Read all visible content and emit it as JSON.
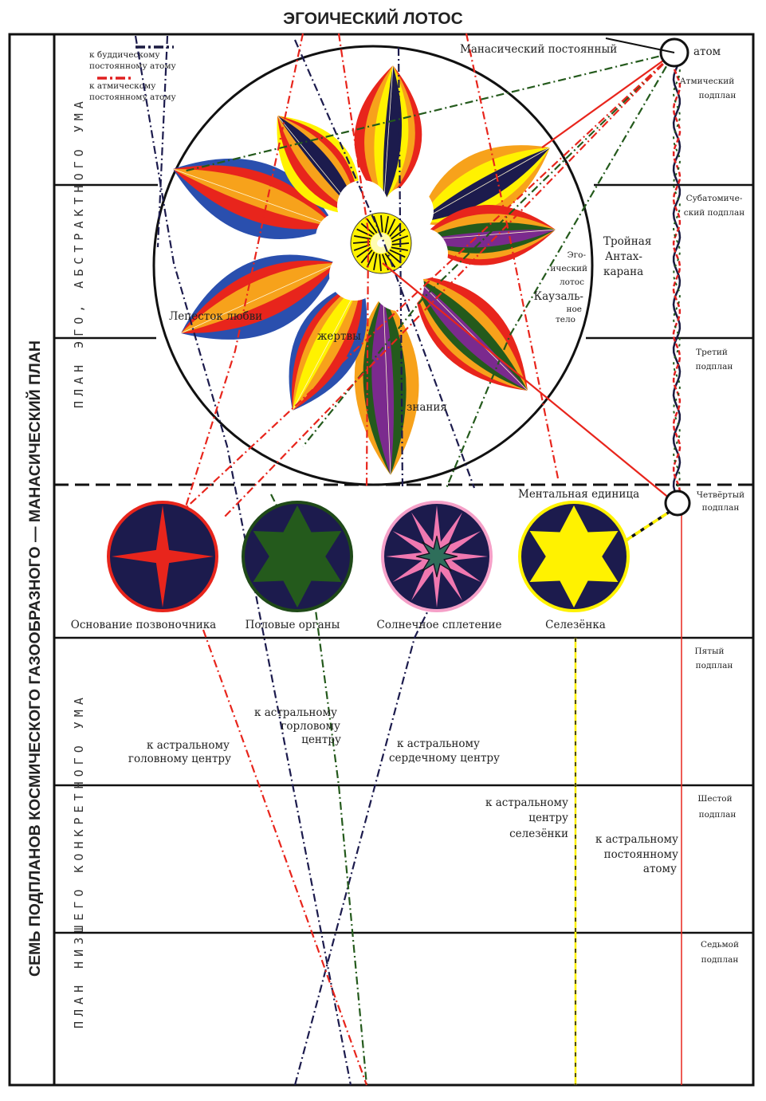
{
  "title": "ЭГОИЧЕСКИЙ ЛОТОС",
  "side_title": "СЕМЬ ПОДПЛАНОВ КОСМИЧЕСКОГО ГАЗООБРАЗНОГО — МАНАСИЧЕСКИЙ ПЛАН",
  "plane_labels": {
    "abstract": "ПЛАН ЭГО, АБСТРАКТНОГО УМА",
    "concrete": "ПЛАН НИЗШЕГО КОНКРЕТНОГО УМА"
  },
  "legend": [
    {
      "line1": "к буддическому",
      "line2": "постоянному атому",
      "color": "#1a1a40"
    },
    {
      "line1": "к атмическому",
      "line2": "постоянному атому",
      "color": "#e02020"
    }
  ],
  "subplanes": [
    {
      "line1": "Атмический",
      "line2": "подплан"
    },
    {
      "line1": "Субатомиче-",
      "line2": "ский подплан"
    },
    {
      "line1": "Третий",
      "line2": "подплан"
    },
    {
      "line1": "Четвёртый",
      "line2": "подплан"
    },
    {
      "line1": "Пятый",
      "line2": "подплан"
    },
    {
      "line1": "Шестой",
      "line2": "подплан"
    },
    {
      "line1": "Седьмой",
      "line2": "подплан"
    }
  ],
  "labels": {
    "manasic_atom_left": "Манасический постоянный",
    "manasic_atom_right": "атом",
    "triple_antahkarana": [
      "Тройная",
      "Антах-",
      "карана"
    ],
    "egoic_lotus": [
      "Эго-",
      "ический",
      "лотос"
    ],
    "causal_body": [
      "Каузаль-",
      "ное",
      "тело"
    ],
    "petal_love": "Лепесток любви",
    "petal_sacrifice": "жертвы",
    "petal_knowledge": "знания",
    "mental_unit": "Ментальная единица"
  },
  "centers": [
    {
      "name": "Основание позвоночника",
      "color": "#e8251c",
      "ring": "#e8251c"
    },
    {
      "name": "Половые органы",
      "color": "#245a1c",
      "ring": "#1f4a18"
    },
    {
      "name": "Солнечное сплетение",
      "color": "#f078b0",
      "ring": "#f5a0c8"
    },
    {
      "name": "Селезёнка",
      "color": "#fff200",
      "ring": "#fff200"
    }
  ],
  "astral_targets": {
    "head": [
      "к астральному",
      "головному центру"
    ],
    "throat": [
      "к астральному",
      "горловому",
      "центру"
    ],
    "heart": [
      "к астральному",
      "сердечному центру"
    ],
    "spleen": [
      "к астральному",
      "центру",
      "селезёнки"
    ],
    "permanent_atom": [
      "к астральному",
      "постоянному",
      "атому"
    ]
  },
  "colors": {
    "red": "#e8251c",
    "orange": "#f7a21b",
    "yellow": "#fff200",
    "navy": "#1c1b4d",
    "blue": "#2a4fae",
    "green": "#245a1c",
    "purple": "#7b2a8e"
  }
}
